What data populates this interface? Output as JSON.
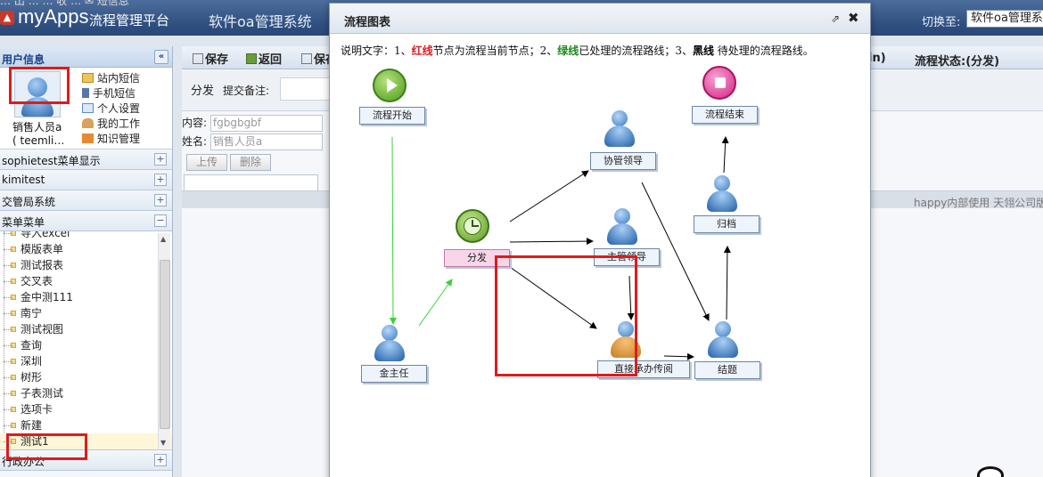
{
  "topbar": {
    "cut_text": "… 出 …  … 收 …  ✉ 短信息",
    "logo_glyph": "▲",
    "app_name": "myApps",
    "app_subtitle": "流程管理平台",
    "system_name": "软件oa管理系统",
    "switch_label": "切换至:",
    "switch_value": "软件oa管理系统"
  },
  "sidebar": {
    "header": "用户信息",
    "collapse_glyph": "«",
    "user_name_line1": "销售人员a",
    "user_name_line2": "( teemli…",
    "links": [
      {
        "label": "站内短信",
        "icon": "mail-icon",
        "color": "#e9b63a"
      },
      {
        "label": "手机短信",
        "icon": "phone-icon",
        "color": "#4a6fa5"
      },
      {
        "label": "个人设置",
        "icon": "settings-icon",
        "color": "#5a8fc7"
      },
      {
        "label": "我的工作",
        "icon": "work-icon",
        "color": "#c98a3c"
      },
      {
        "label": "知识管理",
        "icon": "knowledge-icon",
        "color": "#d4782c"
      }
    ],
    "groups_top": [
      {
        "label": "sophietest菜单显示",
        "glyph": "+"
      },
      {
        "label": "kimitest",
        "glyph": "+"
      },
      {
        "label": "交管局系统",
        "glyph": "+"
      },
      {
        "label": "菜单菜单",
        "glyph": "−"
      }
    ],
    "tree_items": [
      "导入excel",
      "模版表单",
      "测试报表",
      "交叉表",
      "金中测111",
      "南宁",
      "测试视图",
      "查询",
      "深圳",
      "树形",
      "子表测试",
      "选项卡",
      "新建",
      "测试1"
    ],
    "groups_bottom": [
      {
        "label": "行政办公",
        "glyph": "+"
      }
    ]
  },
  "main": {
    "toolbar": {
      "save_label": "保存",
      "back_label": "返回",
      "save2_label": "保存",
      "status_cut": "in)",
      "status": "流程状态:(分发)"
    },
    "sub": {
      "action": "分发",
      "remark_label": "提交备注:"
    },
    "content_label": "内容:",
    "content_value": "fgbgbgbf",
    "name_label": "姓名:",
    "name_value": "销售人员a",
    "upload_label": "上传",
    "delete_label": "删除",
    "footer": "happy内部使用 天翎公司版"
  },
  "modal": {
    "title": "流程图表",
    "max_glyph": "⇗",
    "close_glyph": "✖",
    "legend": {
      "prefix": "说明文字：1、",
      "red": "红线",
      "part1": "节点为流程当前节点；2、",
      "green": "绿线",
      "part2": "已处理的流程路线；3、",
      "black": "黑线",
      "part3": " 待处理的流程路线。"
    },
    "nodes": {
      "start": "流程开始",
      "end": "流程结束",
      "xieguan": "协管领导",
      "zhuguan": "主管领导",
      "guidang": "归档",
      "fenfa": "分发",
      "jinzhuren": "金主任",
      "zhiban": "直接承办传阅",
      "jieti": "结题"
    }
  }
}
